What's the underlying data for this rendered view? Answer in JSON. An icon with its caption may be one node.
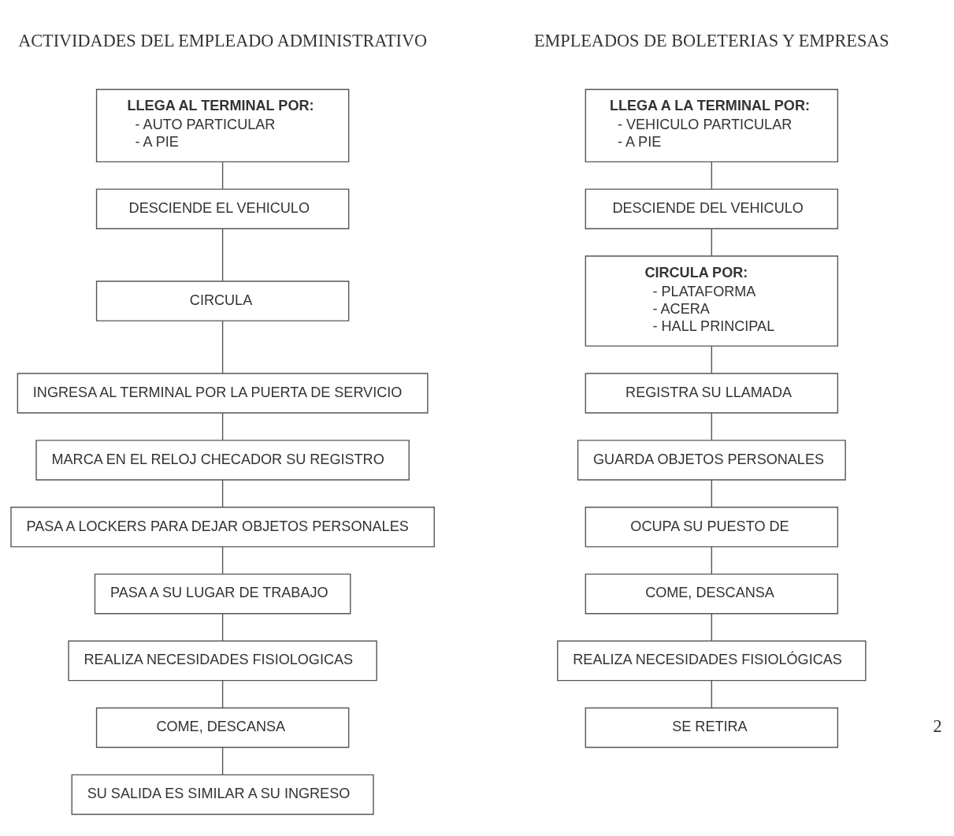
{
  "diagram": {
    "nodes": [
      {
        "text": [
          "LLEGA AL TERMINAL POR:",
          "- AUTO PARTICULAR",
          "- A PIE"
        ]
      },
      {
        "text": [
          "DESCIENDE EL VEHICULO"
        ]
      },
      {
        "text": [
          "CIRCULA"
        ]
      },
      {
        "text": [
          "INGRESA AL TERMINAL POR LA PUERTA DE SERVICIO"
        ]
      },
      {
        "text": [
          "MARCA EN EL RELOJ CHECADOR SU REGISTRO"
        ]
      },
      {
        "text": [
          "PASA A LOCKERS PARA DEJAR OBJETOS PERSONALES"
        ]
      },
      {
        "text": [
          "PASA A SU LUGAR DE TRABAJO"
        ]
      },
      {
        "text": [
          "REALIZA NECESIDADES FISIOLOGICAS"
        ]
      },
      {
        "text": [
          "COME, DESCANSA"
        ]
      },
      {
        "text": [
          "SU SALIDA ES SIMILAR A SU INGRESO"
        ]
      },
      {
        "text": [
          "LLEGA A LA TERMINAL POR:",
          "- VEHICULO PARTICULAR",
          "- A PIE"
        ]
      },
      {
        "text": [
          "DESCIENDE DEL VEHICULO"
        ]
      },
      {
        "text": [
          "CIRCULA POR:",
          "- PLATAFORMA",
          "- ACERA",
          "- HALL PRINCIPAL"
        ]
      },
      {
        "text": [
          "REGISTRA SU LLAMADA"
        ]
      },
      {
        "text": [
          "GUARDA OBJETOS PERSONALES"
        ]
      },
      {
        "text": [
          "OCUPA SU PUESTO DE"
        ]
      },
      {
        "text": [
          "COME, DESCANSA"
        ]
      },
      {
        "text": [
          "REALIZA NECESIDADES FISIOLÓGICAS"
        ]
      },
      {
        "text": [
          "SE RETIRA"
        ]
      }
    ],
    "edges": [
      {
        "from": 0,
        "to": 1,
        "arrow": "none"
      },
      {
        "from": 1,
        "to": 2,
        "arrow": "none"
      },
      {
        "from": 2,
        "to": 3,
        "arrow": "none"
      },
      {
        "from": 3,
        "to": 4,
        "arrow": "none"
      },
      {
        "from": 4,
        "to": 5,
        "arrow": "none"
      },
      {
        "from": 5,
        "to": 6,
        "arrow": "none"
      },
      {
        "from": 6,
        "to": 7,
        "arrow": "none"
      },
      {
        "from": 7,
        "to": 8,
        "arrow": "none"
      },
      {
        "from": 8,
        "to": 9,
        "arrow": "none"
      },
      {
        "from": 10,
        "to": 11,
        "arrow": "none"
      },
      {
        "from": 11,
        "to": 12,
        "arrow": "none"
      },
      {
        "from": 12,
        "to": 13,
        "arrow": "none"
      },
      {
        "from": 13,
        "to": 14,
        "arrow": "none"
      },
      {
        "from": 14,
        "to": 15,
        "arrow": "none"
      },
      {
        "from": 15,
        "to": 16,
        "arrow": "none"
      },
      {
        "from": 16,
        "to": 17,
        "arrow": "none"
      },
      {
        "from": 17,
        "to": 18,
        "arrow": "none"
      }
    ],
    "labels": [
      "ACTIVIDADES DEL EMPLEADO ADMINISTRATIVO",
      "EMPLEADOS DE BOLETERIAS Y EMPRESAS",
      "2"
    ]
  }
}
